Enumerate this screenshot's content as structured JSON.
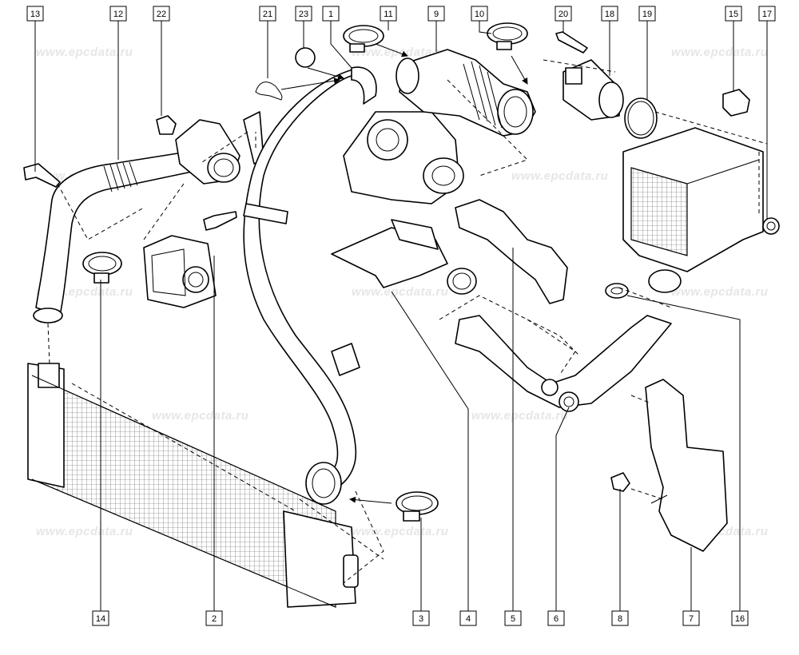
{
  "watermark": "www.epcdata.ru",
  "callouts": {
    "c1": "1",
    "c2": "2",
    "c3": "3",
    "c4": "4",
    "c5": "5",
    "c6": "6",
    "c7": "7",
    "c8": "8",
    "c9": "9",
    "c10": "10",
    "c11": "11",
    "c12": "12",
    "c13": "13",
    "c14": "14",
    "c15": "15",
    "c16": "16",
    "c17": "17",
    "c18": "18",
    "c19": "19",
    "c20": "20",
    "c21": "21",
    "c22": "22",
    "c23": "23"
  },
  "colors": {
    "line": "#000000",
    "background": "#ffffff",
    "watermark": "#e6e6e6"
  }
}
